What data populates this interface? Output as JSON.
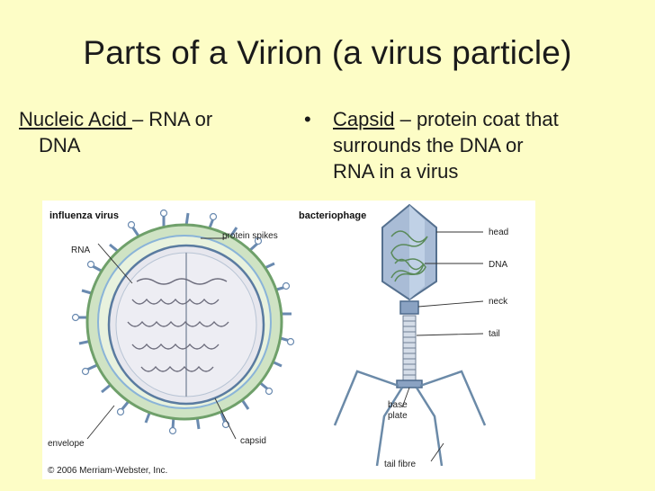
{
  "slide": {
    "title": "Parts of a Virion (a virus particle)",
    "left": {
      "term": "Nucleic Acid ",
      "rest_line1": "– RNA or",
      "rest_line2": "DNA"
    },
    "right": {
      "bullet": "•",
      "term": "Capsid",
      "rest_line1": " – protein coat that",
      "rest_line2": "surrounds the DNA or",
      "rest_line3": "RNA in a virus"
    }
  },
  "figure": {
    "influenza_heading": "influenza virus",
    "bacteriophage_heading": "bacteriophage",
    "labels": {
      "rna": "RNA",
      "protein_spikes": "protein spikes",
      "envelope": "envelope",
      "capsid": "capsid",
      "head": "head",
      "dna": "DNA",
      "neck": "neck",
      "tail": "tail",
      "base_plate_1": "base",
      "base_plate_2": "plate",
      "tail_fibre": "tail fibre"
    },
    "copyright": "© 2006 Merriam-Webster, Inc."
  }
}
